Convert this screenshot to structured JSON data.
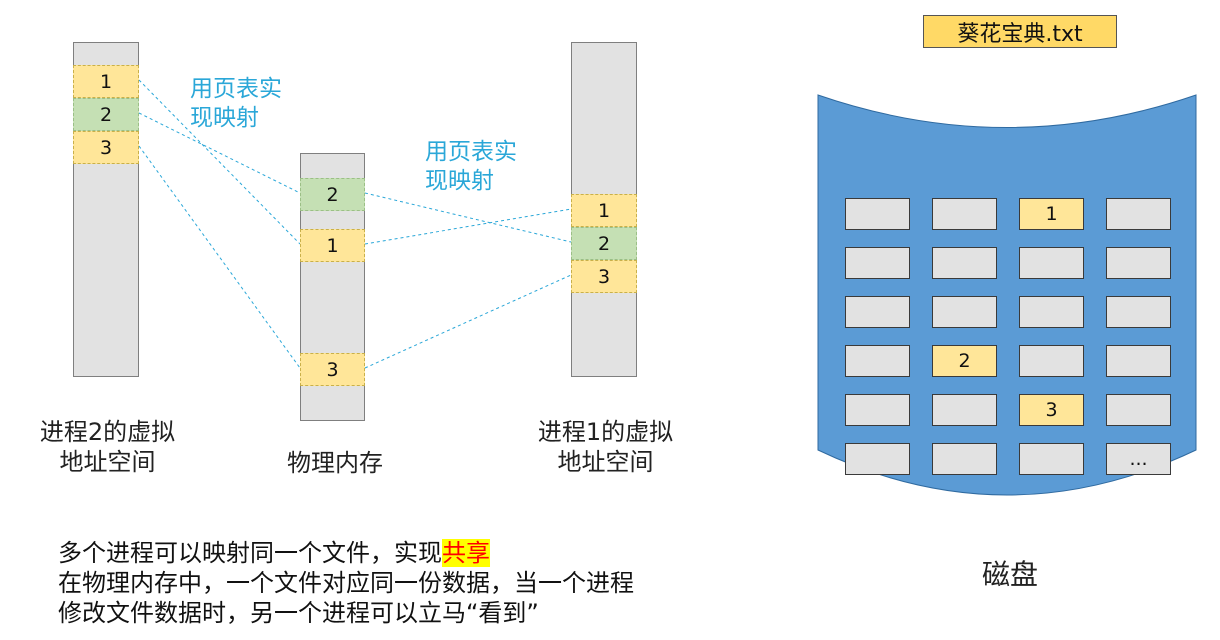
{
  "proc2": {
    "blocks": [
      "1",
      "2",
      "3"
    ],
    "label_line1": "进程2的虚拟",
    "label_line2": "地址空间"
  },
  "physical": {
    "blocks": [
      "2",
      "1",
      "3"
    ],
    "label": "物理内存"
  },
  "proc1": {
    "blocks": [
      "1",
      "2",
      "3"
    ],
    "label_line1": "进程1的虚拟",
    "label_line2": "地址空间"
  },
  "notes": {
    "left_line1": "用页表实",
    "left_line2": "现映射",
    "right_line1": "用页表实",
    "right_line2": "现映射"
  },
  "disk": {
    "file_name": "葵花宝典.txt",
    "label": "磁盘",
    "cells": [
      "",
      "",
      "1",
      "",
      "",
      "",
      "",
      "",
      "",
      "",
      "",
      "",
      "",
      "2",
      "",
      "",
      "",
      "",
      "3",
      "",
      "",
      "",
      "",
      "..."
    ]
  },
  "body": {
    "line1_prefix": "多个进程可以映射同一个文件，实现",
    "line1_highlight": "共享",
    "line2": "在物理内存中，一个文件对应同一份数据，当一个进程",
    "line3": "修改文件数据时，另一个进程可以立马“看到”"
  },
  "colors": {
    "yellow_block": "#ffe699",
    "green_block": "#c5e0b4",
    "disk_fill": "#5b9bd5",
    "note": "#2aa7d8",
    "highlight_bg": "#ffff00",
    "highlight_text": "#ff0000"
  }
}
